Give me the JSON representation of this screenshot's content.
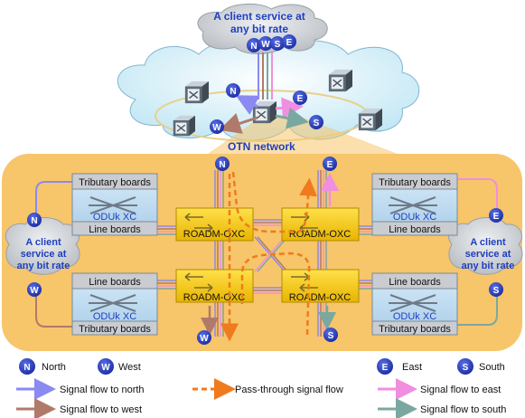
{
  "top_cloud": {
    "line1": "A client service at",
    "line2": "any bit rate"
  },
  "otn_label": "OTN network",
  "side_cloud_left": {
    "line1": "A client",
    "line2": "service at",
    "line3": "any bit rate"
  },
  "side_cloud_right": {
    "line1": "A client",
    "line2": "service at",
    "line3": "any bit rate"
  },
  "direction_letters": {
    "north": "N",
    "west": "W",
    "south": "S",
    "east": "E"
  },
  "boards": {
    "top_left": {
      "top": "Tributary boards",
      "xc": "ODUk XC",
      "bottom": "Line boards"
    },
    "bottom_left": {
      "top": "Line boards",
      "xc": "ODUk XC",
      "bottom": "Tributary boards"
    },
    "top_right": {
      "top": "Tributary boards",
      "xc": "ODUk XC",
      "bottom": "Line boards"
    },
    "bottom_right": {
      "top": "Line boards",
      "xc": "ODUk XC",
      "bottom": "Tributary boards"
    }
  },
  "roadm_label": "ROADM-OXC",
  "legend": {
    "north": "North",
    "west": "West",
    "east": "East",
    "south": "South",
    "flow_north": "Signal flow to north",
    "flow_west": "Signal flow to west",
    "pass_through": "Pass-through signal flow",
    "flow_east": "Signal flow to east",
    "flow_south": "Signal flow to south"
  },
  "colors": {
    "north_flow": "#8a8af0",
    "west_flow": "#b07a6a",
    "east_flow": "#f08ee0",
    "south_flow": "#7aa8a0",
    "pass_through": "#f07a1e",
    "panel": "#f7c56a",
    "badge": "#1f2fb0",
    "roadm": "#f2c200"
  }
}
